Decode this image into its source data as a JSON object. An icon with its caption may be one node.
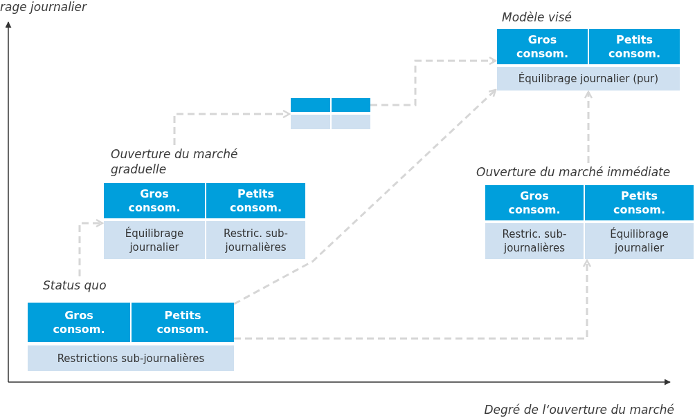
{
  "diagram": {
    "nodes": [
      {
        "text": [
          "Status quo"
        ]
      },
      {
        "text": [
          "Gros consom."
        ],
        "in": 0
      },
      {
        "text": [
          "Petits consom."
        ],
        "in": 0
      },
      {
        "text": [
          "Restrictions sub-journalières"
        ],
        "in": 0
      },
      {
        "text": [
          "Ouverture du marché graduelle"
        ]
      },
      {
        "text": [
          "Gros consom."
        ],
        "in": 4
      },
      {
        "text": [
          "Petits consom."
        ],
        "in": 4
      },
      {
        "text": [
          "Équilibrage journalier"
        ],
        "in": 4
      },
      {
        "text": [
          "Restric. sub-journalières"
        ],
        "in": 4
      },
      {
        "text": [],
        "shape": "box"
      },
      {
        "text": [],
        "shape": "box",
        "in": 9
      },
      {
        "text": [],
        "shape": "box",
        "in": 9
      },
      {
        "text": [],
        "shape": "box",
        "in": 9
      },
      {
        "text": [],
        "shape": "box",
        "in": 9
      },
      {
        "text": [
          "Modèle visé"
        ]
      },
      {
        "text": [
          "Gros consom."
        ],
        "in": 14
      },
      {
        "text": [
          "Petits consom."
        ],
        "in": 14
      },
      {
        "text": [
          "Équilibrage journalier (pur)"
        ],
        "in": 14
      },
      {
        "text": [
          "Ouverture du marché immédiate"
        ]
      },
      {
        "text": [
          "Gros consom."
        ],
        "in": 18
      },
      {
        "text": [
          "Petits consom."
        ],
        "in": 18
      },
      {
        "text": [
          "Restric. sub-journalières"
        ],
        "in": 18
      },
      {
        "text": [
          "Équilibrage journalier"
        ],
        "in": 18
      }
    ],
    "edges": [
      {
        "from": 0,
        "to": 4,
        "arrow": "to",
        "style": "dashed"
      },
      {
        "from": 0,
        "to": 14,
        "arrow": "to",
        "style": "dashed"
      },
      {
        "from": 0,
        "to": 18,
        "arrow": "to",
        "style": "dashed"
      },
      {
        "from": 4,
        "to": 9,
        "arrow": "to",
        "style": "dashed"
      },
      {
        "from": 9,
        "to": 14,
        "arrow": "to",
        "style": "dashed"
      },
      {
        "from": 18,
        "to": 14,
        "arrow": "to",
        "style": "dashed"
      }
    ],
    "labels": [
      "rage journalier",
      "Degré de l‘ouverture du marché"
    ]
  }
}
